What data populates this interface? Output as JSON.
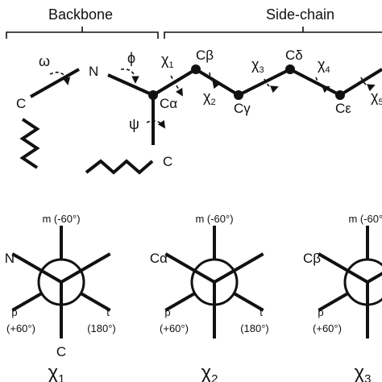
{
  "headers": {
    "backbone": "Backbone",
    "sidechain": "Side-chain"
  },
  "backbone": {
    "omega": "ω",
    "phi": "ϕ",
    "psi": "ψ",
    "c_left": "C",
    "n": "N",
    "ca": "Cα",
    "c_bottom": "C"
  },
  "sidechain": {
    "chi": "χ",
    "chi_subs": [
      "1",
      "2",
      "3",
      "4",
      "5"
    ],
    "atoms": {
      "cb": "Cβ",
      "cg": "Cγ",
      "cd": "Cδ",
      "ce": "Cε"
    }
  },
  "newman": {
    "m_label": "m (-60°)",
    "p_label": "p",
    "p_angle": "(+60°)",
    "t_label": "t",
    "t_angle": "(180°)",
    "front_atoms": [
      "N",
      "Cα",
      "Cβ"
    ],
    "bottom_atom": "C",
    "captions": [
      {
        "sym": "χ",
        "sub": "1"
      },
      {
        "sym": "χ",
        "sub": "2"
      },
      {
        "sym": "χ",
        "sub": "3"
      }
    ]
  },
  "colors": {
    "ink": "#111111",
    "background": "#ffffff"
  }
}
